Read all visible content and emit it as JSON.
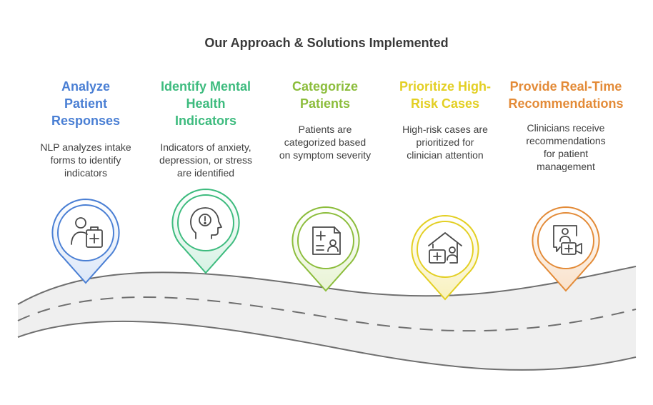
{
  "title": "Our Approach & Solutions Implemented",
  "steps": [
    {
      "heading_lines": [
        "Analyze",
        "Patient",
        "Responses"
      ],
      "description_lines": [
        "NLP analyzes intake",
        "forms to identify",
        "indicators"
      ],
      "color": "#4a7fd4",
      "icon": "patient-clipboard-icon"
    },
    {
      "heading_lines": [
        "Identify Mental",
        "Health",
        "Indicators"
      ],
      "description_lines": [
        "Indicators of anxiety,",
        "depression, or stress",
        "are identified"
      ],
      "color": "#3dbb7e",
      "icon": "head-alert-icon"
    },
    {
      "heading_lines": [
        "Categorize",
        "Patients"
      ],
      "description_lines": [
        "Patients are",
        "categorized based",
        "on symptom severity"
      ],
      "color": "#8cbd3c",
      "icon": "medical-record-icon"
    },
    {
      "heading_lines": [
        "Prioritize High-",
        "Risk Cases"
      ],
      "description_lines": [
        "High-risk cases are",
        "prioritized for",
        "clinician attention"
      ],
      "color": "#e3cf23",
      "icon": "home-care-icon"
    },
    {
      "heading_lines": [
        "Provide Real-Time",
        "Recommendations"
      ],
      "description_lines": [
        "Clinicians receive",
        "recommendations",
        "for patient",
        "management"
      ],
      "color": "#e38b38",
      "icon": "telehealth-icon"
    }
  ]
}
